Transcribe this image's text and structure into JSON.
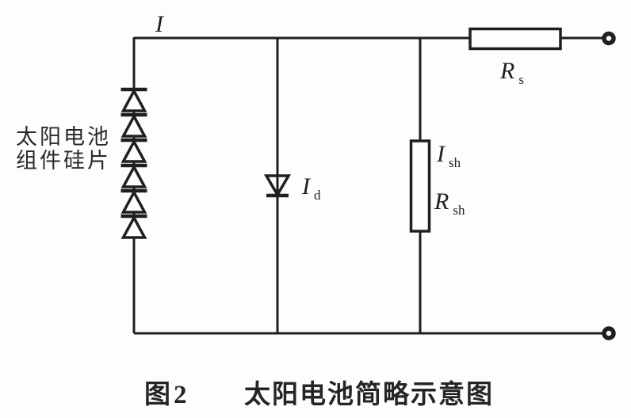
{
  "figure": {
    "caption_number": "图2",
    "caption_title": "太阳电池简略示意图"
  },
  "labels": {
    "source": {
      "line1": "太阳电池",
      "line2": "组件硅片"
    },
    "output_current": {
      "main": "I"
    },
    "diode_current": {
      "main": "I",
      "sub": "d"
    },
    "shunt_current": {
      "main": "I",
      "sub": "sh"
    },
    "shunt_resistance": {
      "main": "R",
      "sub": "sh"
    },
    "series_resistance": {
      "main": "R",
      "sub": "s"
    }
  },
  "circuit": {
    "type": "solar-cell-equivalent-circuit",
    "solar_cell_diode_chain_count": 6,
    "components": [
      "solar-cell-diode-chain",
      "internal-diode",
      "shunt-resistor",
      "series-resistor",
      "output-terminal-top",
      "output-terminal-bottom"
    ]
  },
  "colors": {
    "ink": "#1f1f1f",
    "background": "#fdfdfc"
  }
}
